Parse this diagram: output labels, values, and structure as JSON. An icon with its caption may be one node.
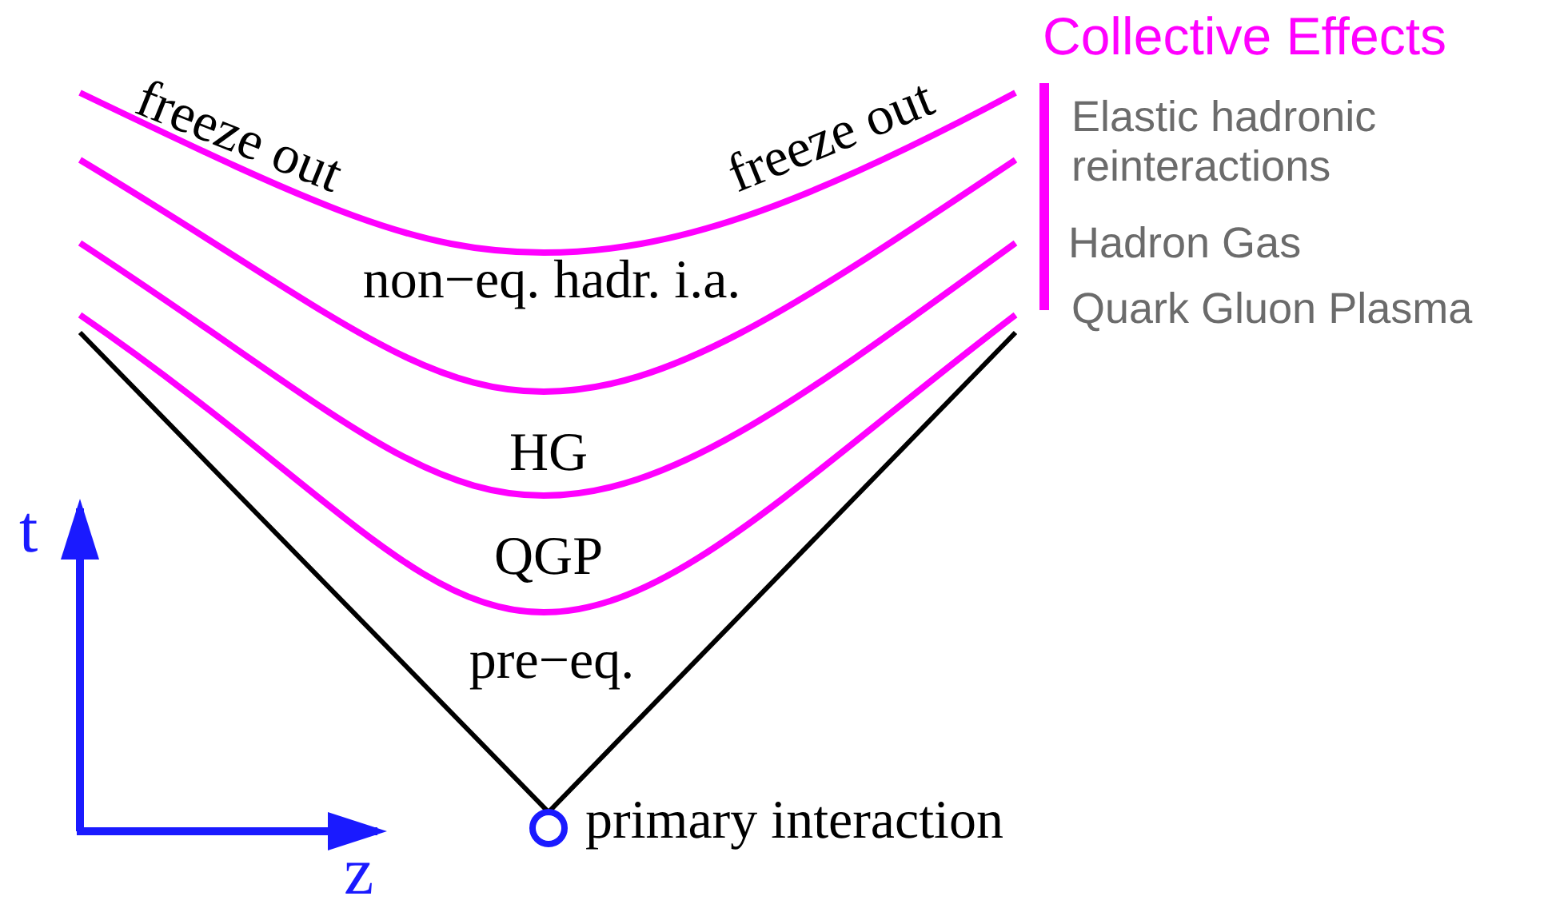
{
  "diagram": {
    "labels": [
      "Collective Effects",
      "freeze out",
      "freeze out",
      "Elastic hadronic reinteractions",
      "non−eq. hadr. i.a.",
      "Hadron Gas",
      "Quark Gluon Plasma",
      "HG",
      "t",
      "QGP",
      "pre−eq.",
      "primary interaction",
      "z"
    ]
  }
}
